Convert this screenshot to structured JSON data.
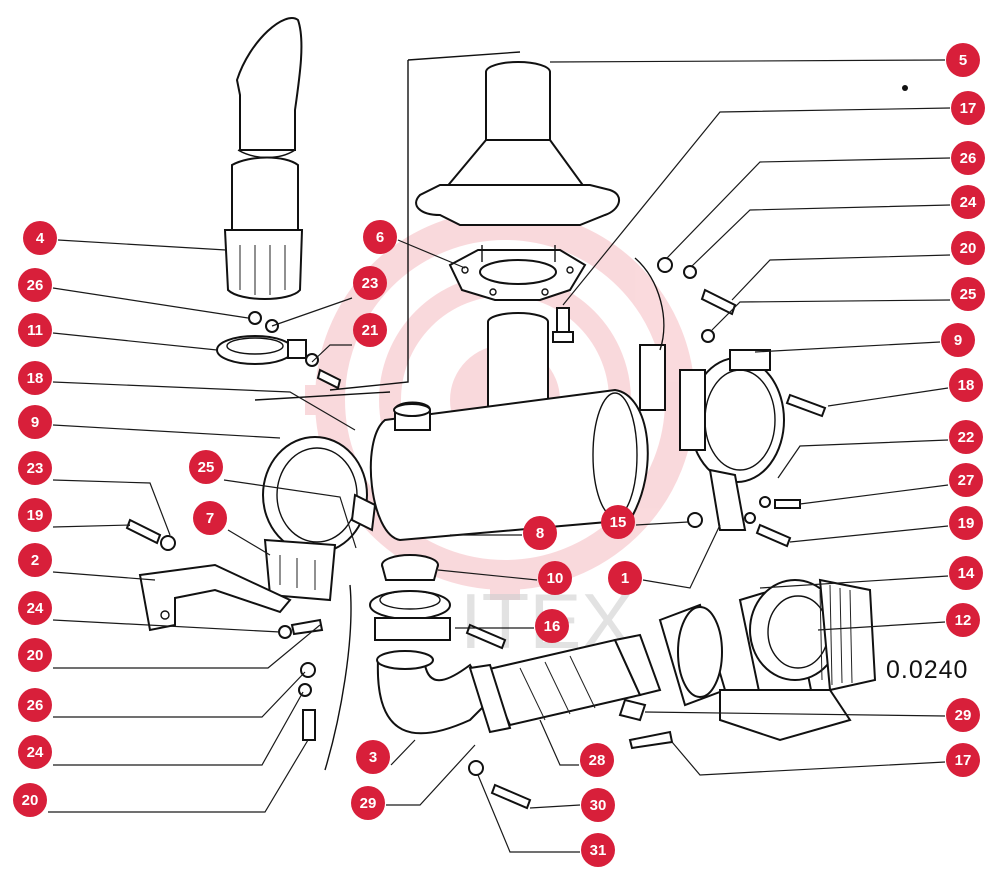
{
  "diagram": {
    "drawing_code": "0.0240",
    "watermark_text": "ITEX",
    "accent_color": "#d81f3a",
    "callouts": [
      {
        "id": "c5",
        "label": "5"
      },
      {
        "id": "c17a",
        "label": "17"
      },
      {
        "id": "c26a",
        "label": "26"
      },
      {
        "id": "c24a",
        "label": "24"
      },
      {
        "id": "c20a",
        "label": "20"
      },
      {
        "id": "c25a",
        "label": "25"
      },
      {
        "id": "c9a",
        "label": "9"
      },
      {
        "id": "c18a",
        "label": "18"
      },
      {
        "id": "c22",
        "label": "22"
      },
      {
        "id": "c27",
        "label": "27"
      },
      {
        "id": "c19a",
        "label": "19"
      },
      {
        "id": "c14",
        "label": "14"
      },
      {
        "id": "c12",
        "label": "12"
      },
      {
        "id": "c29a",
        "label": "29"
      },
      {
        "id": "c17b",
        "label": "17"
      },
      {
        "id": "c4",
        "label": "4"
      },
      {
        "id": "c26b",
        "label": "26"
      },
      {
        "id": "c11",
        "label": "11"
      },
      {
        "id": "c18b",
        "label": "18"
      },
      {
        "id": "c9b",
        "label": "9"
      },
      {
        "id": "c23a",
        "label": "23"
      },
      {
        "id": "c19b",
        "label": "19"
      },
      {
        "id": "c2",
        "label": "2"
      },
      {
        "id": "c24b",
        "label": "24"
      },
      {
        "id": "c20b",
        "label": "20"
      },
      {
        "id": "c26c",
        "label": "26"
      },
      {
        "id": "c24c",
        "label": "24"
      },
      {
        "id": "c20c",
        "label": "20"
      },
      {
        "id": "c6",
        "label": "6"
      },
      {
        "id": "c23b",
        "label": "23"
      },
      {
        "id": "c21",
        "label": "21"
      },
      {
        "id": "c25b",
        "label": "25"
      },
      {
        "id": "c7",
        "label": "7"
      },
      {
        "id": "c8",
        "label": "8"
      },
      {
        "id": "c15",
        "label": "15"
      },
      {
        "id": "c10",
        "label": "10"
      },
      {
        "id": "c1",
        "label": "1"
      },
      {
        "id": "c16",
        "label": "16"
      },
      {
        "id": "c3",
        "label": "3"
      },
      {
        "id": "c28",
        "label": "28"
      },
      {
        "id": "c29b",
        "label": "29"
      },
      {
        "id": "c30",
        "label": "30"
      },
      {
        "id": "c31",
        "label": "31"
      }
    ]
  }
}
